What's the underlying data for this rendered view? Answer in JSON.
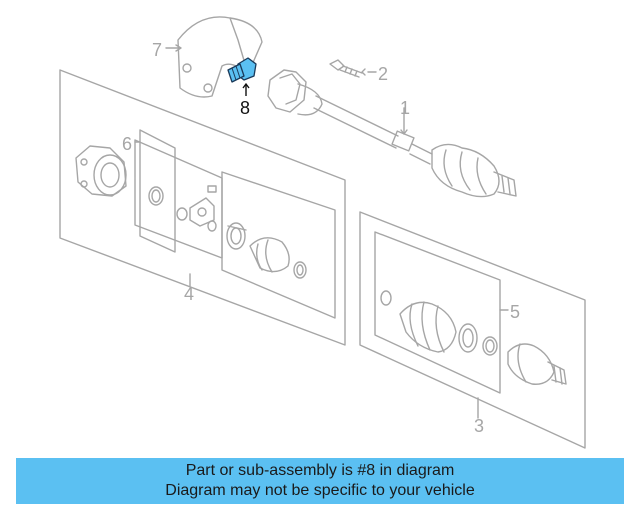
{
  "callouts": {
    "c1": "1",
    "c2": "2",
    "c3": "3",
    "c4": "4",
    "c5": "5",
    "c6": "6",
    "c7": "7",
    "c8": "8"
  },
  "highlight_color": "#5bc0f2",
  "line_color": "#a6a6a6",
  "banner": {
    "line1": "Part or sub-assembly is #8 in diagram",
    "line2": "Diagram may not be specific to your vehicle"
  }
}
